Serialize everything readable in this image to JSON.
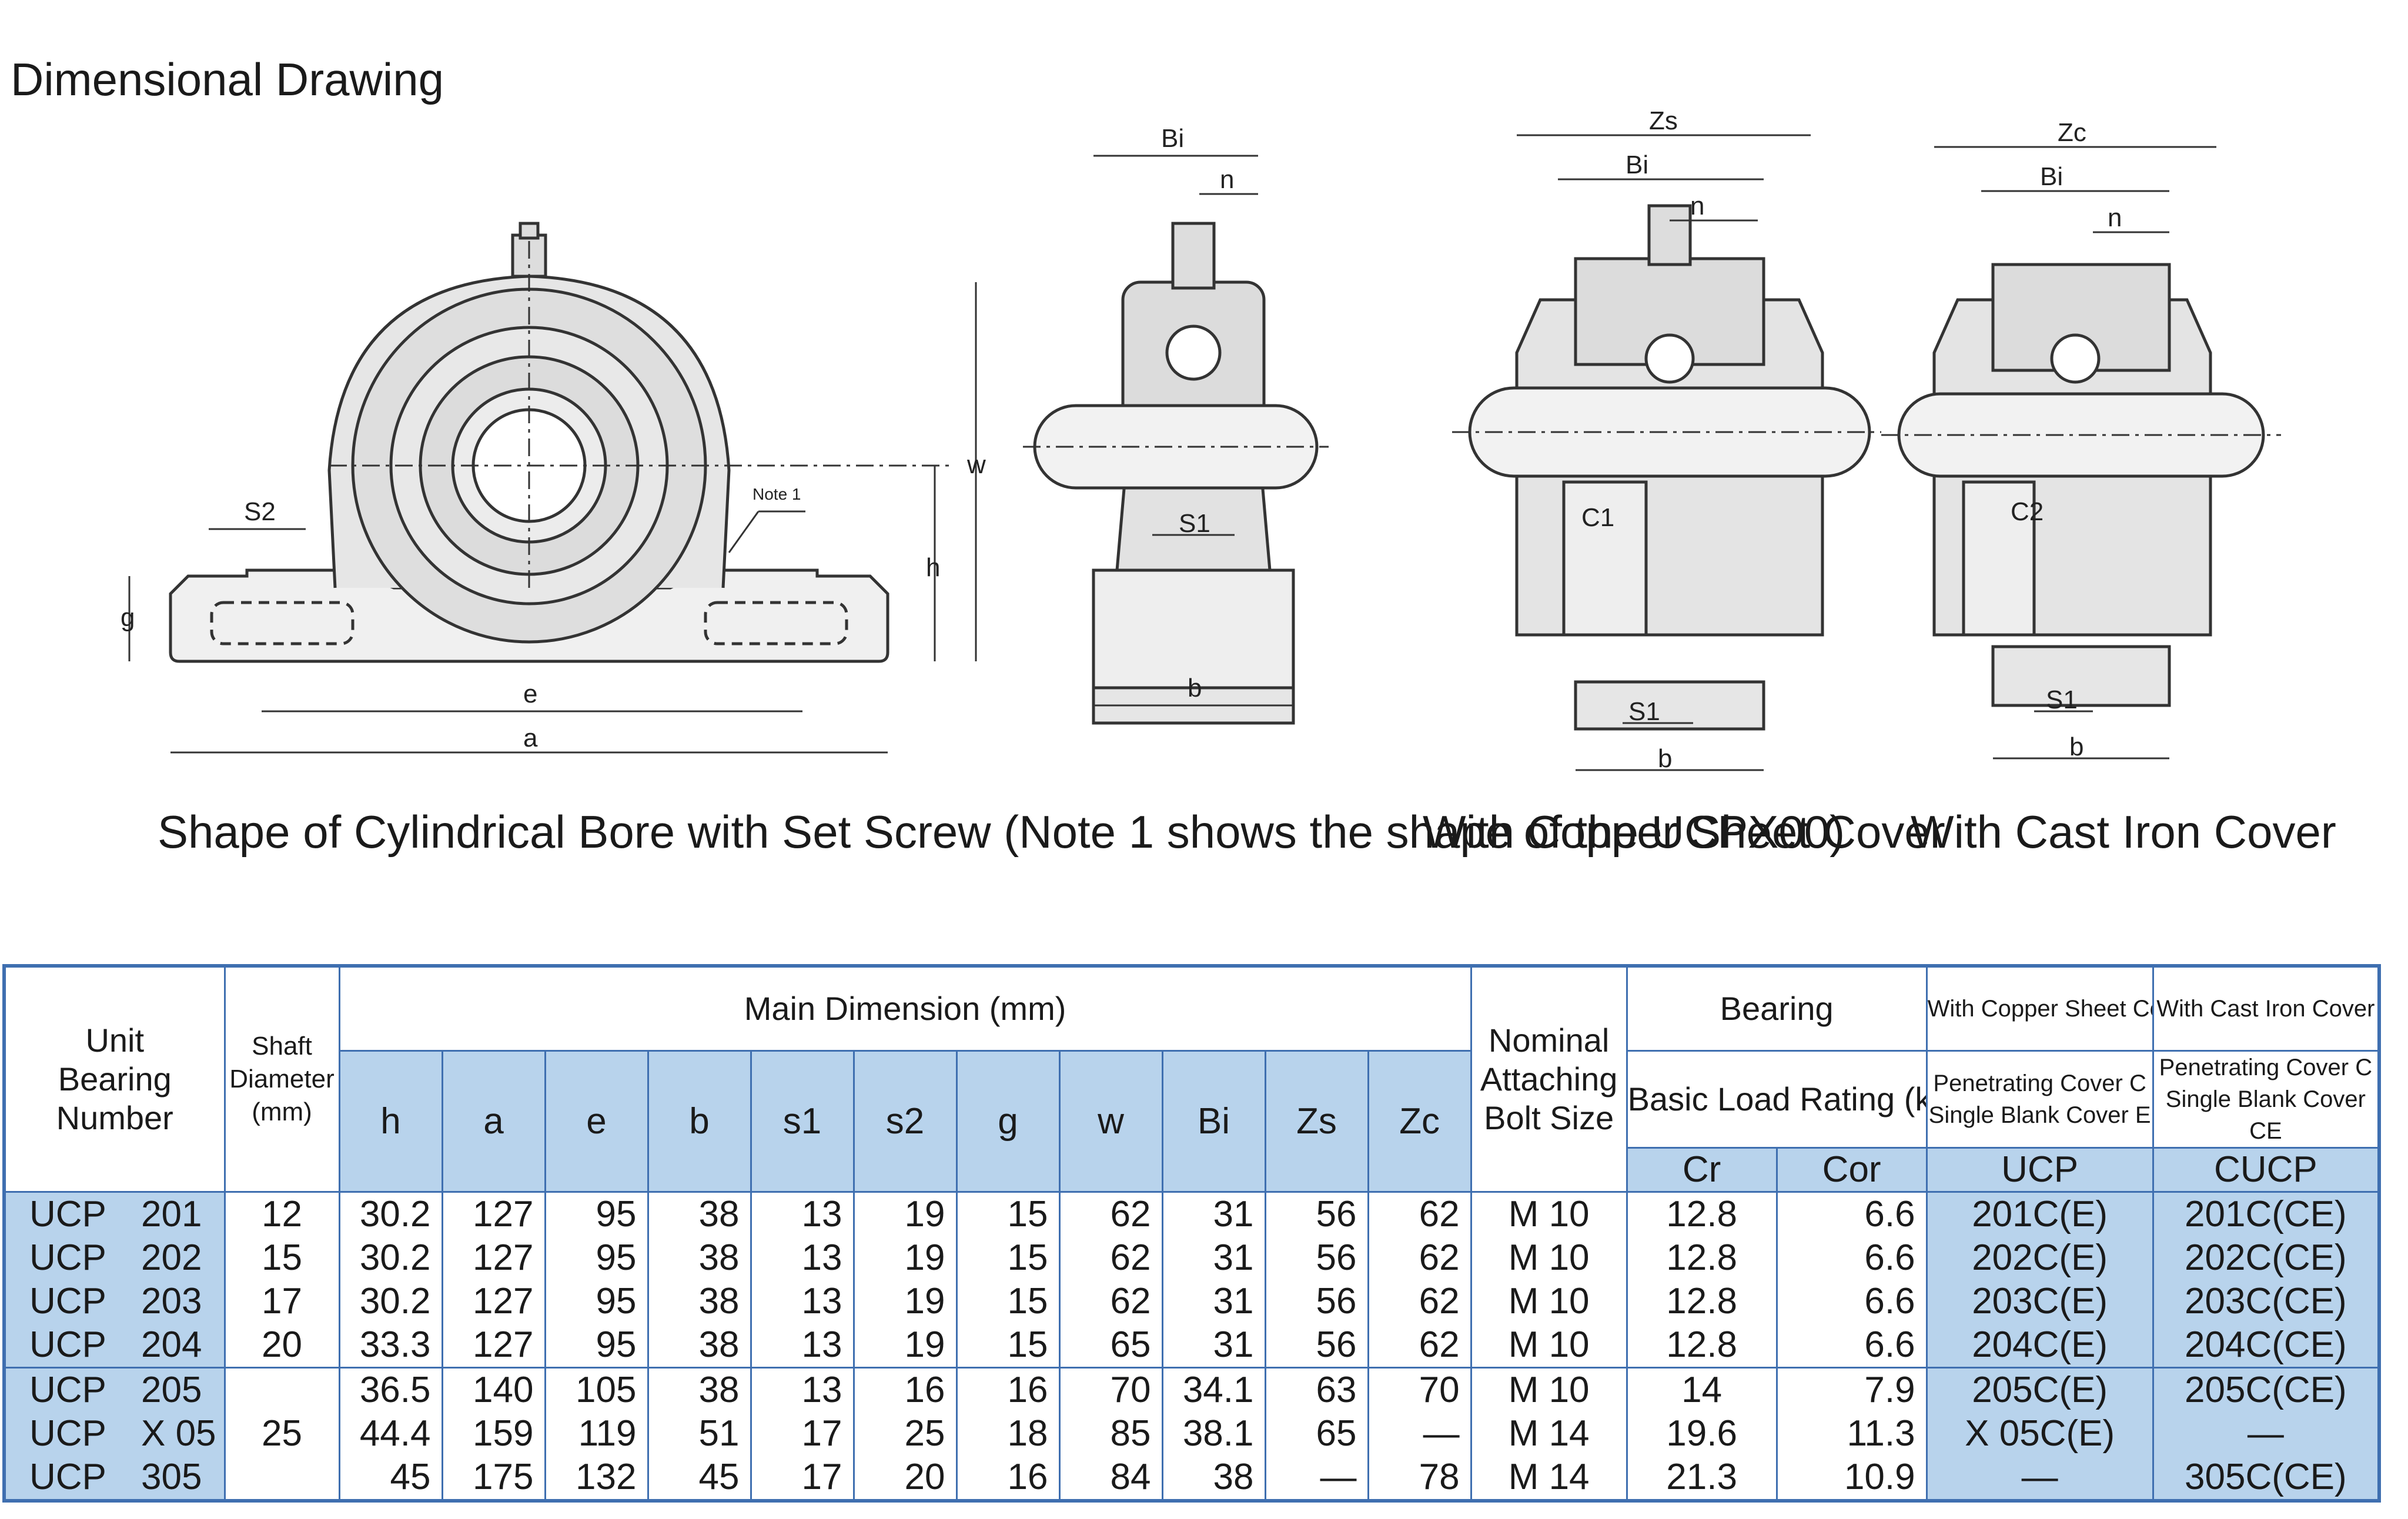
{
  "page_title": "Dimensional Drawing",
  "drawing_labels": {
    "w": "w",
    "h": "h",
    "g": "g",
    "e": "e",
    "a": "a",
    "s2": "S2",
    "note1": "Note 1",
    "bi": "Bi",
    "n": "n",
    "s1": "S1",
    "b": "b",
    "zs": "Zs",
    "zc": "Zc",
    "c1": "C1",
    "c2": "C2"
  },
  "captions": {
    "cylindrical": "Shape of Cylindrical Bore with Set Screw (Note 1 shows the shape of the UCPX00)",
    "copper": "With Copper Sheet Cover",
    "cast_iron": "With Cast Iron Cover"
  },
  "table": {
    "headers": {
      "unit_bearing_number": "Unit Bearing Number",
      "shaft_diameter": "Shaft Diameter (mm)",
      "main_dimension": "Main Dimension (mm)",
      "nominal_bolt": "Nominal Attaching Bolt Size",
      "bearing": "Bearing",
      "basic_load": "Basic Load Rating (kN)",
      "copper_cover": "With Copper Sheet Cover",
      "cast_cover": "With Cast Iron Cover",
      "copper_cover_desc_1": "Penetrating Cover C",
      "copper_cover_desc_2": "Single Blank Cover E",
      "cast_cover_desc_1": "Penetrating Cover C",
      "cast_cover_desc_2": "Single Blank Cover CE",
      "copper_code": "UCP",
      "cast_code": "CUCP",
      "cr": "Cr",
      "cor": "Cor",
      "dims": [
        "h",
        "a",
        "e",
        "b",
        "s1",
        "s2",
        "g",
        "w",
        "Bi",
        "Zs",
        "Zc"
      ]
    },
    "rows": [
      {
        "series": "UCP",
        "num": "201",
        "shaft": "12",
        "h": "30.2",
        "a": "127",
        "e": "95",
        "b": "38",
        "s1": "13",
        "s2": "19",
        "g": "15",
        "w": "62",
        "bi": "31",
        "zs": "56",
        "zc": "62",
        "bolt": "M 10",
        "cr": "12.8",
        "cor": "6.6",
        "copper": "201C(E)",
        "cast": "201C(CE)"
      },
      {
        "series": "UCP",
        "num": "202",
        "shaft": "15",
        "h": "30.2",
        "a": "127",
        "e": "95",
        "b": "38",
        "s1": "13",
        "s2": "19",
        "g": "15",
        "w": "62",
        "bi": "31",
        "zs": "56",
        "zc": "62",
        "bolt": "M 10",
        "cr": "12.8",
        "cor": "6.6",
        "copper": "202C(E)",
        "cast": "202C(CE)"
      },
      {
        "series": "UCP",
        "num": "203",
        "shaft": "17",
        "h": "30.2",
        "a": "127",
        "e": "95",
        "b": "38",
        "s1": "13",
        "s2": "19",
        "g": "15",
        "w": "62",
        "bi": "31",
        "zs": "56",
        "zc": "62",
        "bolt": "M 10",
        "cr": "12.8",
        "cor": "6.6",
        "copper": "203C(E)",
        "cast": "203C(CE)"
      },
      {
        "series": "UCP",
        "num": "204",
        "shaft": "20",
        "h": "33.3",
        "a": "127",
        "e": "95",
        "b": "38",
        "s1": "13",
        "s2": "19",
        "g": "15",
        "w": "65",
        "bi": "31",
        "zs": "56",
        "zc": "62",
        "bolt": "M 10",
        "cr": "12.8",
        "cor": "6.6",
        "copper": "204C(E)",
        "cast": "204C(CE)"
      },
      {
        "series": "UCP",
        "num": "205",
        "shaft": "25",
        "h": "36.5",
        "a": "140",
        "e": "105",
        "b": "38",
        "s1": "13",
        "s2": "16",
        "g": "16",
        "w": "70",
        "bi": "34.1",
        "zs": "63",
        "zc": "70",
        "bolt": "M 10",
        "cr": "14",
        "cor": "7.9",
        "copper": "205C(E)",
        "cast": "205C(CE)"
      },
      {
        "series": "UCP",
        "num": "X 05",
        "shaft": "",
        "h": "44.4",
        "a": "159",
        "e": "119",
        "b": "51",
        "s1": "17",
        "s2": "25",
        "g": "18",
        "w": "85",
        "bi": "38.1",
        "zs": "65",
        "zc": "—",
        "bolt": "M 14",
        "cr": "19.6",
        "cor": "11.3",
        "copper": "X 05C(E)",
        "cast": "—"
      },
      {
        "series": "UCP",
        "num": "305",
        "shaft": "",
        "h": "45",
        "a": "175",
        "e": "132",
        "b": "45",
        "s1": "17",
        "s2": "20",
        "g": "16",
        "w": "84",
        "bi": "38",
        "zs": "—",
        "zc": "78",
        "bolt": "M 14",
        "cr": "21.3",
        "cor": "10.9",
        "copper": "—",
        "cast": "305C(CE)"
      }
    ]
  }
}
